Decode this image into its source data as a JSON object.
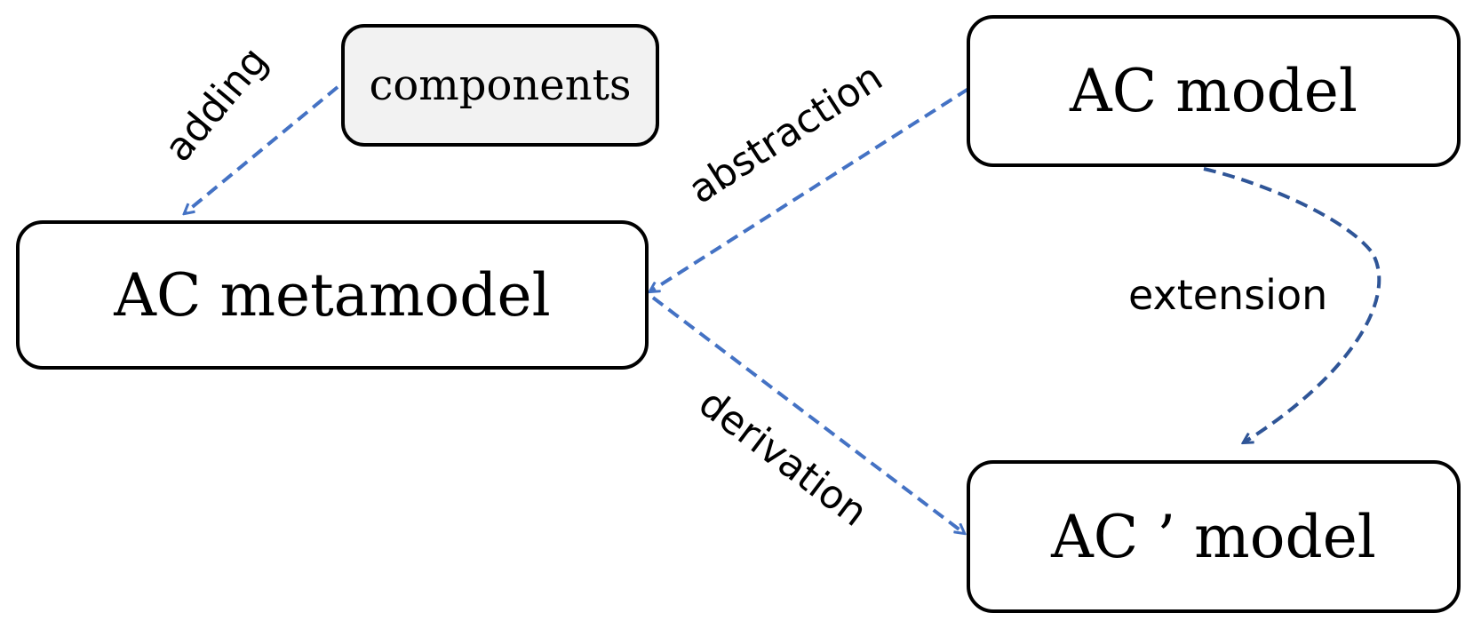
{
  "nodes": {
    "components": "components",
    "ac_model": "AC model",
    "ac_metamodel": "AC metamodel",
    "ac_prime_model": "AC ’ model"
  },
  "edges": {
    "adding": "adding",
    "abstraction": "abstraction",
    "extension": "extension",
    "derivation": "derivation"
  },
  "colors": {
    "arrow": "#4472C4",
    "arrow_dark": "#2F5597",
    "node_border": "#000000",
    "components_fill": "#F2F2F2"
  }
}
